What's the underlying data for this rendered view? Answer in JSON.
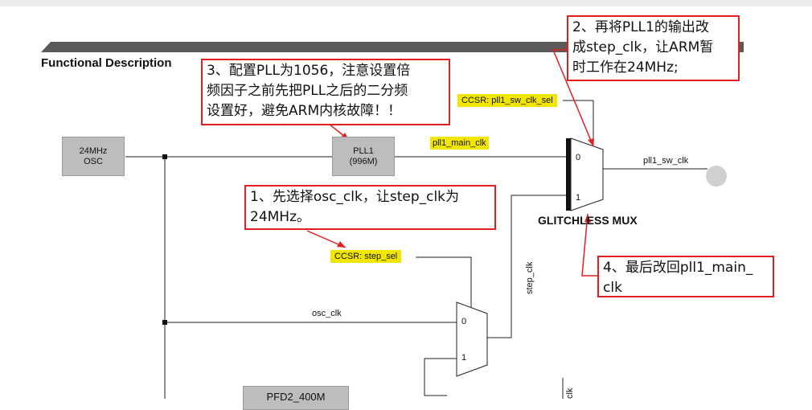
{
  "title": "Functional Description",
  "blocks": {
    "osc": "24MHz\nOSC",
    "pll1": "PLL1\n(996M)",
    "pfd": "PFD2_400M"
  },
  "signals": {
    "ccsr_pll1_sw_clk_sel": "CCSR: pll1_sw_clk_sel",
    "ccsr_step_sel": "CCSR: step_sel",
    "pll1_main_clk": "pll1_main_clk",
    "pll1_sw_clk": "pll1_sw_clk",
    "osc_clk": "osc_clk",
    "step_clk": "step_clk",
    "clk": "clk"
  },
  "mux": {
    "glitchless_label": "GLITCHLESS MUX",
    "in0": "0",
    "in1": "1",
    "step_in0": "0",
    "step_in1": "1"
  },
  "annotations": {
    "a1": "1、先选择osc_clk，让step_clk为\n24MHz。",
    "a2": "2、再将PLL1的输出改\n成step_clk，让ARM暂\n时工作在24MHz;",
    "a3": "3、配置PLL为1056，注意设置倍\n频因子之前先把PLL之后的二分频\n设置好，避免ARM内核故障！！",
    "a4": "4、最后改回pll1_main_\nclk"
  },
  "colors": {
    "annotation_border": "#e02020",
    "highlight": "#f2e600",
    "block_fill": "#bdbdbd",
    "header_bar": "#5a5a5a"
  }
}
